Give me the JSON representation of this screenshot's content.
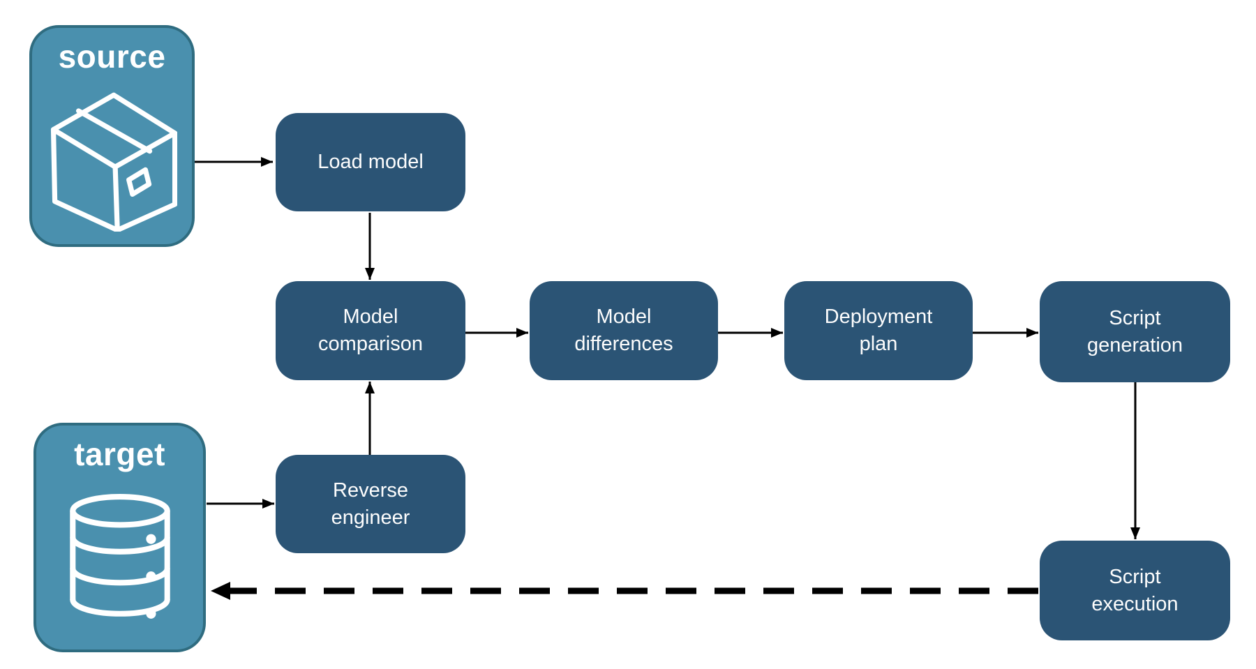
{
  "colors": {
    "node_fill": "#2B5475",
    "entity_fill": "#4A90AE",
    "entity_border": "#2F6C80",
    "arrow": "#000000",
    "text": "#FFFFFF",
    "background": "#FFFFFF"
  },
  "entities": {
    "source": {
      "label": "source",
      "icon": "package-icon"
    },
    "target": {
      "label": "target",
      "icon": "database-icon"
    }
  },
  "nodes": {
    "load_model": {
      "label": "Load model"
    },
    "model_comparison": {
      "label": "Model comparison"
    },
    "model_differences": {
      "label": "Model differences"
    },
    "deployment_plan": {
      "label": "Deployment plan"
    },
    "script_generation": {
      "label": "Script generation"
    },
    "reverse_engineer": {
      "label": "Reverse engineer"
    },
    "script_execution": {
      "label": "Script execution"
    }
  },
  "edges": [
    {
      "from": "source",
      "to": "load_model",
      "style": "solid"
    },
    {
      "from": "load_model",
      "to": "model_comparison",
      "style": "solid"
    },
    {
      "from": "model_comparison",
      "to": "model_differences",
      "style": "solid"
    },
    {
      "from": "model_differences",
      "to": "deployment_plan",
      "style": "solid"
    },
    {
      "from": "deployment_plan",
      "to": "script_generation",
      "style": "solid"
    },
    {
      "from": "script_generation",
      "to": "script_execution",
      "style": "solid"
    },
    {
      "from": "target",
      "to": "reverse_engineer",
      "style": "solid"
    },
    {
      "from": "reverse_engineer",
      "to": "model_comparison",
      "style": "solid"
    },
    {
      "from": "script_execution",
      "to": "target",
      "style": "dashed"
    }
  ]
}
